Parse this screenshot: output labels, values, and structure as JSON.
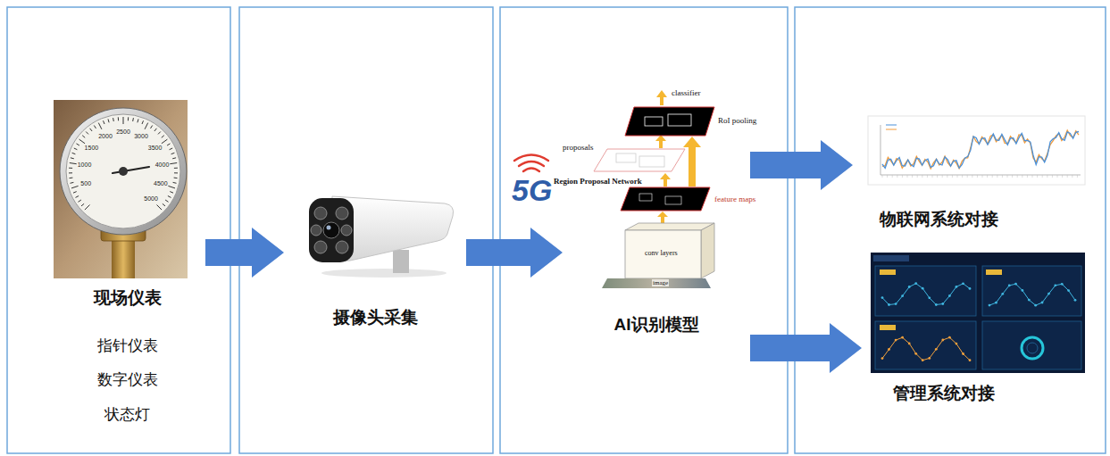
{
  "diagram": {
    "nodes": [
      {
        "text": [
          "现场仪表",
          "指针仪表",
          "数字仪表",
          "状态灯"
        ]
      },
      {
        "text": [
          "摄像头采集"
        ]
      },
      {
        "text": [
          "AI识别模型"
        ]
      },
      {
        "text": [
          "物联网系统对接"
        ]
      },
      {
        "text": [
          "管理系统对接"
        ]
      }
    ],
    "edges": [
      {
        "from": 0,
        "to": 1,
        "arrow": "to"
      },
      {
        "from": 1,
        "to": 2,
        "arrow": "to"
      },
      {
        "from": 2,
        "to": 3,
        "arrow": "to"
      },
      {
        "from": 2,
        "to": 4,
        "arrow": "to"
      }
    ],
    "labels": [
      "500",
      "1000",
      "1500",
      "2000",
      "2500",
      "3000",
      "3500",
      "4000",
      "4500",
      "5000",
      "5G",
      "classifier",
      "RoI pooling",
      "proposals",
      "Region Proposal Network",
      "feature maps",
      "conv layers",
      "image"
    ]
  }
}
